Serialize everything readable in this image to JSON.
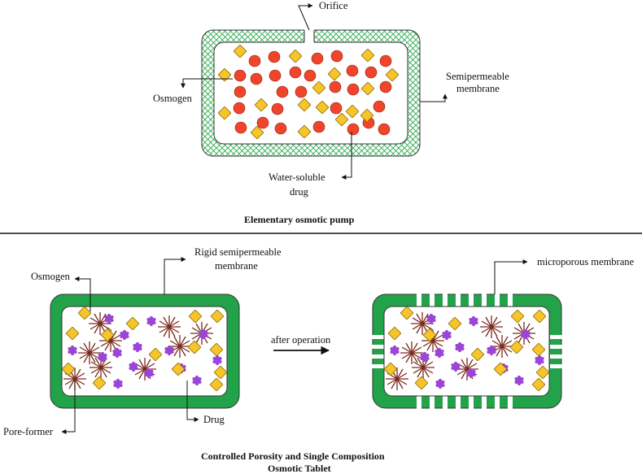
{
  "colors": {
    "osmogen_red": "#f0442b",
    "drug_diamond": "#f7c52a",
    "pore_former": "#7a2a1c",
    "drug_purple": "#9b45d6",
    "membrane_green": "#22a349",
    "hatch_green": "#2fa84f",
    "core_fill": "#ffffff"
  },
  "top_diagram": {
    "labels": {
      "orifice": "Orifice",
      "semipermeable_line1": "Semipermeable",
      "semipermeable_line2": "membrane",
      "osmogen": "Osmogen",
      "water_soluble_line1": "Water-soluble",
      "water_soluble_line2": "drug"
    },
    "caption": "Elementary osmotic pump"
  },
  "bottom_diagram": {
    "labels": {
      "rigid_line1": "Rigid semipermeable",
      "rigid_line2": "membrane",
      "osmogen": "Osmogen",
      "pore_former": "Pore-former",
      "drug": "Drug",
      "after_operation": "after operation",
      "microporous": "microporous membrane"
    },
    "caption_line1": "Controlled Porosity and Single Composition",
    "caption_line2": "Osmotic Tablet"
  }
}
